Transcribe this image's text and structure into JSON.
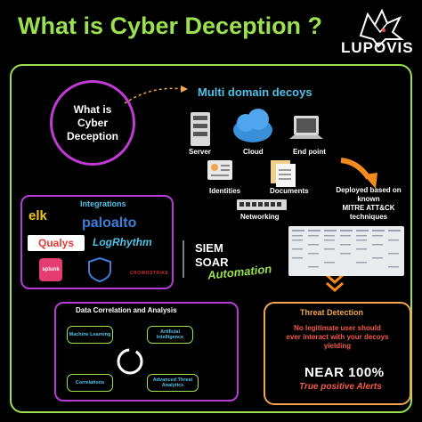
{
  "header": {
    "title": "What is Cyber Deception ?",
    "brand": "LUPOVIS"
  },
  "center_circle": {
    "line1": "What is",
    "line2": "Cyber",
    "line3": "Deception"
  },
  "decoys": {
    "title": "Multi domain decoys",
    "items": [
      "Server",
      "Cloud",
      "End point",
      "Identities",
      "Documents",
      "Networking"
    ]
  },
  "deployment": {
    "line1": "Deployed based on",
    "line2": "known",
    "line3": "MITRE ATT&CK",
    "line4": "techniques"
  },
  "integrations": {
    "title": "Integrations",
    "brands": [
      "elk",
      "paloalto",
      "Qualys",
      "LogRhythm",
      "splunk",
      "CROWDSTRIKE"
    ]
  },
  "siem_soar": {
    "siem": "SIEM",
    "soar": "SOAR",
    "automation": "Automation"
  },
  "analysis": {
    "title": "Data Correlation and Analysis",
    "items": [
      "Machine Learning",
      "Artificial Intelligence",
      "Correlations",
      "Advanced Threat Analytics"
    ]
  },
  "threat_detection": {
    "title": "Threat Detection",
    "line1": "No legitimate user should",
    "line2": "ever interact with your decoys",
    "line3": "yielding",
    "headline": "NEAR 100%",
    "subline": "True positive Alerts"
  },
  "colors": {
    "accent_green": "#9be04f",
    "accent_purple": "#b53cd6",
    "accent_orange": "#f0a64a",
    "accent_blue": "#4fc2e9",
    "alert_red": "#f45a4a"
  }
}
